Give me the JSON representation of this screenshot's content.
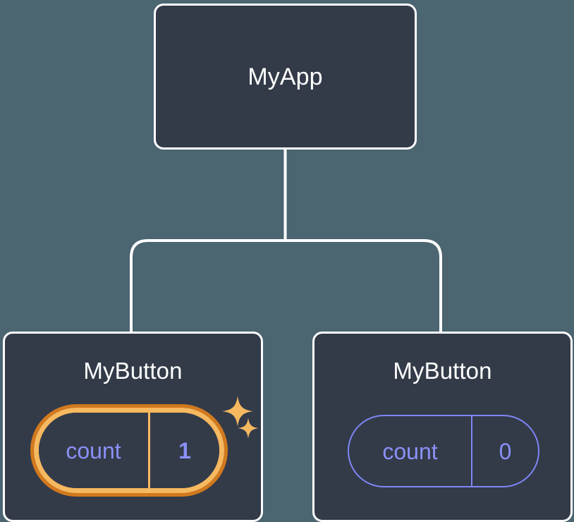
{
  "diagram": {
    "type": "component-tree",
    "background_color": "#4b6571",
    "node_fill_color": "#333b49",
    "node_border_color": "#ffffff",
    "accent_color": "#7f85f5",
    "highlight_outer_color": "#d2791e",
    "highlight_inner_color": "#f6b95f"
  },
  "root": {
    "label": "MyApp"
  },
  "children": [
    {
      "label": "MyButton",
      "state": {
        "key": "count",
        "value": "1"
      },
      "highlighted": true,
      "sparkles": [
        "sparkle-large-icon",
        "sparkle-small-icon"
      ]
    },
    {
      "label": "MyButton",
      "state": {
        "key": "count",
        "value": "0"
      },
      "highlighted": false
    }
  ]
}
